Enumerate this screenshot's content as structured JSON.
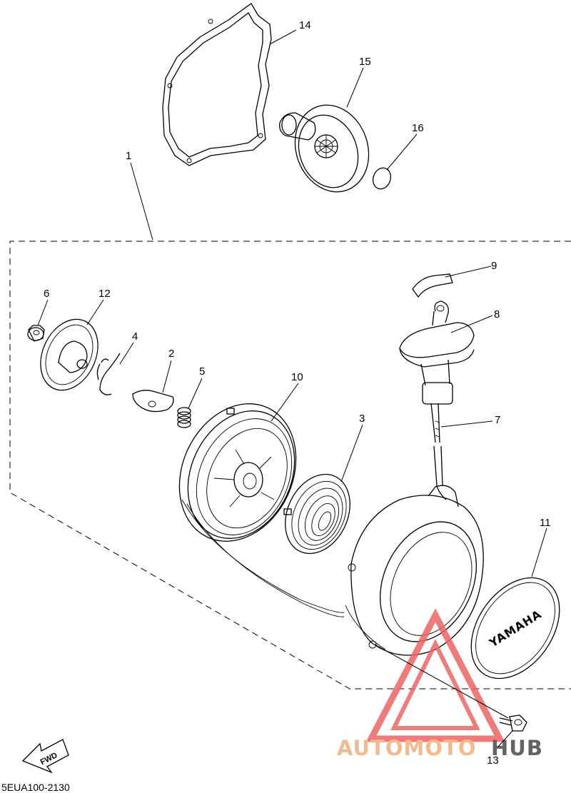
{
  "diagram": {
    "drawing_code": "5EUA100-2130",
    "fwd_label": "FWD",
    "brand_on_cover": "YAMAHA",
    "watermark": {
      "part1": "AUTOMOTO",
      "part2": "HUB"
    },
    "callouts": [
      "1",
      "2",
      "3",
      "4",
      "5",
      "6",
      "7",
      "8",
      "9",
      "10",
      "11",
      "12",
      "13",
      "14",
      "15",
      "16"
    ]
  }
}
